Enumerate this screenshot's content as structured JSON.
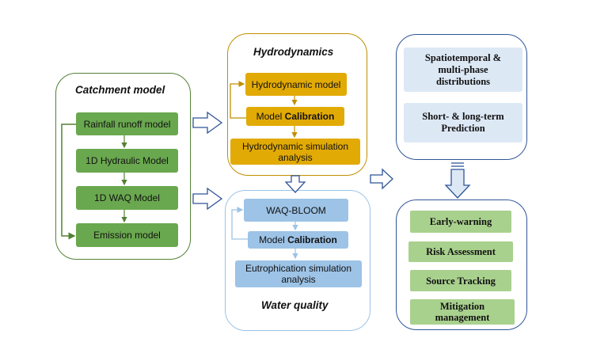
{
  "catchment": {
    "title": "Catchment model",
    "steps": [
      "Rainfall runoff model",
      "1D Hydraulic Model",
      "1D WAQ Model",
      "Emission model"
    ]
  },
  "hydrodynamics": {
    "title": "Hydrodynamics",
    "step1": "Hydrodynamic model",
    "calibration_prefix": "Model ",
    "calibration_bold": "Calibration",
    "step3_line1": "Hydrodynamic simulation",
    "step3_line2": "analysis"
  },
  "water_quality": {
    "title": "Water quality",
    "step1": "WAQ-BLOOM",
    "calibration_prefix": "Model ",
    "calibration_bold": "Calibration",
    "step3_line1": "Eutrophication simulation",
    "step3_line2": "analysis"
  },
  "outputs": {
    "item1_line1": "Spatiotemporal &",
    "item1_line2": "multi-phase",
    "item1_line3": "distributions",
    "item2_line1": "Short- & long-term",
    "item2_line2": "Prediction"
  },
  "applications": {
    "items": [
      "Early-warning",
      "Risk Assessment",
      "Source Tracking"
    ],
    "item4_line1": "Mitigation",
    "item4_line2": "management"
  },
  "colors": {
    "catchment": "#6aa84f",
    "hydrodynamics": "#e2aa05",
    "water_quality": "#9dc3e6",
    "outputs": "#dde8f5",
    "applications": "#a9d18e"
  }
}
